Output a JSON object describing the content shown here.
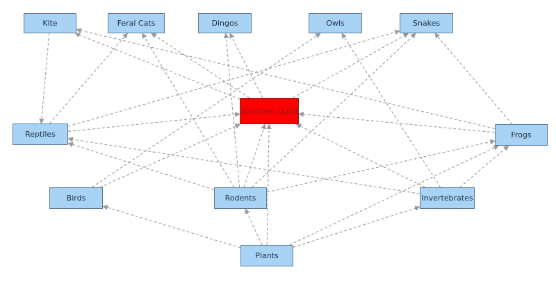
{
  "nodes": {
    "kite": "Kite",
    "feral_cats": "Feral Cats",
    "dingos": "Dingos",
    "owls": "Owls",
    "snakes": "Snakes",
    "northern_quoll": "Northern Quoll",
    "reptiles": "Reptiles",
    "frogs": "Frogs",
    "birds": "Birds",
    "rodents": "Rodents",
    "invertebrates": "Invertebrates",
    "plants": "Plants"
  },
  "edges": [
    [
      "northern_quoll",
      "kite"
    ],
    [
      "northern_quoll",
      "feral_cats"
    ],
    [
      "northern_quoll",
      "dingos"
    ],
    [
      "northern_quoll",
      "snakes"
    ],
    [
      "kite",
      "reptiles"
    ],
    [
      "reptiles",
      "feral_cats"
    ],
    [
      "reptiles",
      "snakes"
    ],
    [
      "reptiles",
      "northern_quoll"
    ],
    [
      "frogs",
      "kite"
    ],
    [
      "frogs",
      "northern_quoll"
    ],
    [
      "frogs",
      "snakes"
    ],
    [
      "birds",
      "owls"
    ],
    [
      "birds",
      "northern_quoll"
    ],
    [
      "rodents",
      "dingos"
    ],
    [
      "rodents",
      "feral_cats"
    ],
    [
      "rodents",
      "northern_quoll"
    ],
    [
      "rodents",
      "reptiles"
    ],
    [
      "rodents",
      "frogs"
    ],
    [
      "rodents",
      "snakes"
    ],
    [
      "invertebrates",
      "owls"
    ],
    [
      "invertebrates",
      "northern_quoll"
    ],
    [
      "invertebrates",
      "reptiles"
    ],
    [
      "invertebrates",
      "frogs"
    ],
    [
      "plants",
      "northern_quoll"
    ],
    [
      "plants",
      "rodents"
    ],
    [
      "plants",
      "birds"
    ],
    [
      "plants",
      "invertebrates"
    ],
    [
      "plants",
      "frogs"
    ]
  ],
  "colors": {
    "node_fill": "#a9d3f5",
    "node_border": "#5b7a96",
    "center_fill": "#ff0000",
    "edge": "#9a9a9a"
  }
}
